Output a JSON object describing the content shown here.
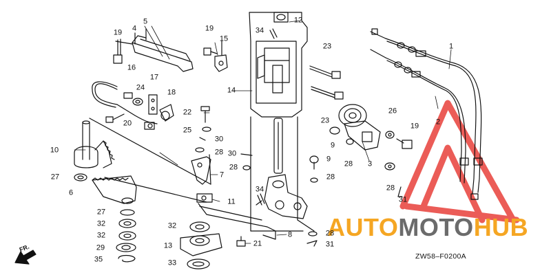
{
  "diagram_code": "ZW58–F0200A",
  "forward_marker": "FR.",
  "watermark": {
    "part1": "AUTO",
    "part2": "MOTO",
    "part3": "HUB",
    "color_orange": "#f5a623",
    "color_gray": "#6b6b6b",
    "color_red": "#e8403a"
  },
  "callouts": [
    {
      "id": "c1",
      "text": "1"
    },
    {
      "id": "c2",
      "text": "2"
    },
    {
      "id": "c3",
      "text": "3"
    },
    {
      "id": "c4",
      "text": "4"
    },
    {
      "id": "c5",
      "text": "5"
    },
    {
      "id": "c6",
      "text": "6"
    },
    {
      "id": "c7",
      "text": "7"
    },
    {
      "id": "c8",
      "text": "8"
    },
    {
      "id": "c9a",
      "text": "9"
    },
    {
      "id": "c9b",
      "text": "9"
    },
    {
      "id": "c10",
      "text": "10"
    },
    {
      "id": "c11",
      "text": "11"
    },
    {
      "id": "c12",
      "text": "12"
    },
    {
      "id": "c13",
      "text": "13"
    },
    {
      "id": "c14",
      "text": "14"
    },
    {
      "id": "c15",
      "text": "15"
    },
    {
      "id": "c16",
      "text": "16"
    },
    {
      "id": "c17",
      "text": "17"
    },
    {
      "id": "c18",
      "text": "18"
    },
    {
      "id": "c19a",
      "text": "19"
    },
    {
      "id": "c19b",
      "text": "19"
    },
    {
      "id": "c19c",
      "text": "19"
    },
    {
      "id": "c20",
      "text": "20"
    },
    {
      "id": "c21",
      "text": "21"
    },
    {
      "id": "c22",
      "text": "22"
    },
    {
      "id": "c23a",
      "text": "23"
    },
    {
      "id": "c23b",
      "text": "23"
    },
    {
      "id": "c24",
      "text": "24"
    },
    {
      "id": "c25",
      "text": "25"
    },
    {
      "id": "c26",
      "text": "26"
    },
    {
      "id": "c27a",
      "text": "27"
    },
    {
      "id": "c27b",
      "text": "27"
    },
    {
      "id": "c28a",
      "text": "28"
    },
    {
      "id": "c28b",
      "text": "28"
    },
    {
      "id": "c28c",
      "text": "28"
    },
    {
      "id": "c28d",
      "text": "28"
    },
    {
      "id": "c28e",
      "text": "28"
    },
    {
      "id": "c28f",
      "text": "28"
    },
    {
      "id": "c29",
      "text": "29"
    },
    {
      "id": "c30a",
      "text": "30"
    },
    {
      "id": "c30b",
      "text": "30"
    },
    {
      "id": "c31a",
      "text": "31"
    },
    {
      "id": "c31b",
      "text": "31"
    },
    {
      "id": "c32a",
      "text": "32"
    },
    {
      "id": "c32b",
      "text": "32"
    },
    {
      "id": "c32c",
      "text": "32"
    },
    {
      "id": "c33",
      "text": "33"
    },
    {
      "id": "c34a",
      "text": "34"
    },
    {
      "id": "c34b",
      "text": "34"
    },
    {
      "id": "c35",
      "text": "35"
    }
  ]
}
